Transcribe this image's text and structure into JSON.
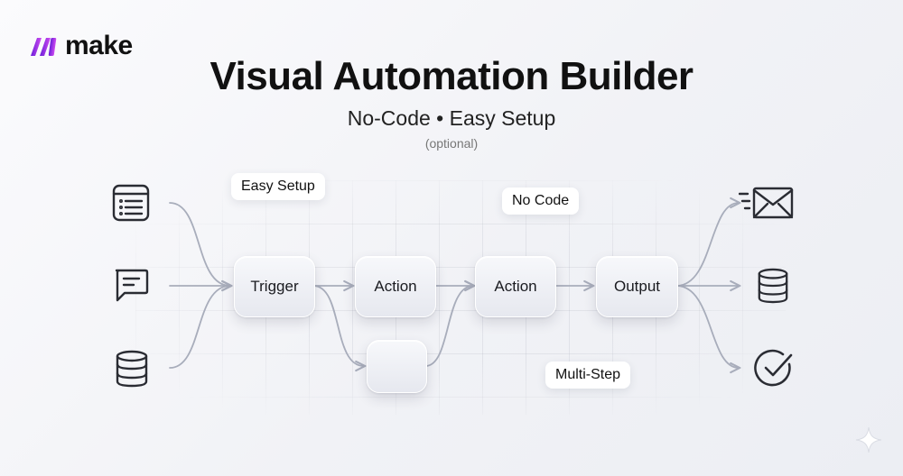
{
  "brand": {
    "name": "make",
    "colors": {
      "mark_start": "#6a1fd9",
      "mark_end": "#d04bf0"
    }
  },
  "header": {
    "title": "Visual Automation Builder",
    "subtitle": "No-Code • Easy Setup",
    "note": "(optional)"
  },
  "flow": {
    "nodes": [
      {
        "id": "trigger",
        "label": "Trigger"
      },
      {
        "id": "action1",
        "label": "Action"
      },
      {
        "id": "action2",
        "label": "Action"
      },
      {
        "id": "output",
        "label": "Output"
      },
      {
        "id": "branch",
        "label": ""
      }
    ],
    "tags": [
      "Easy Setup",
      "No Code",
      "Multi-Step"
    ],
    "inputs": [
      "form-list-icon",
      "chat-bubble-icon",
      "database-icon"
    ],
    "outputs": [
      "email-send-icon",
      "database-icon",
      "check-circle-icon"
    ]
  },
  "colors": {
    "connector": "#a8adbb",
    "icon_stroke": "#2a2c33",
    "text": "#111111"
  }
}
